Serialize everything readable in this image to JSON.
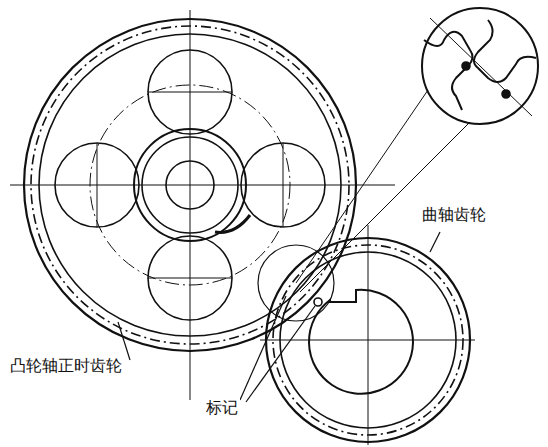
{
  "diagram": {
    "labels": [
      "曲轴齿轮",
      "凸轮轴正时齿轮",
      "标记"
    ]
  }
}
